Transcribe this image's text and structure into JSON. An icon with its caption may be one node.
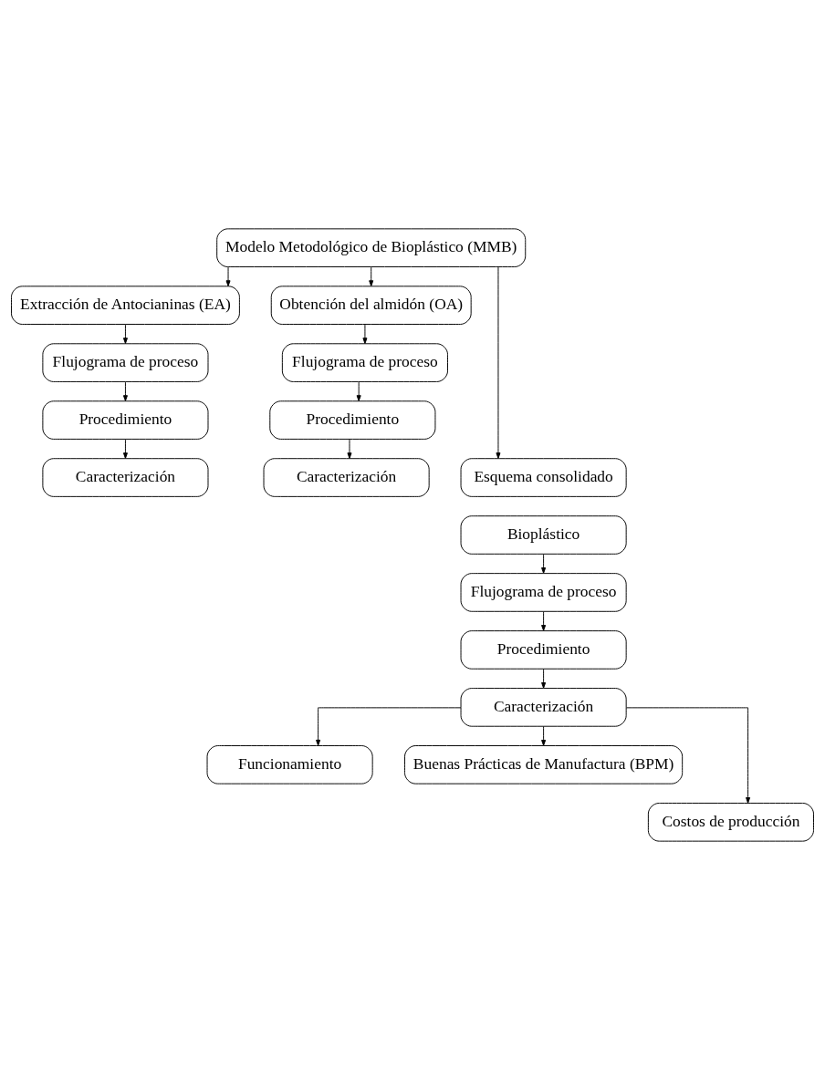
{
  "diagram": {
    "nodes": [
      {
        "text": [
          "Modelo Metodológico de Bioplástico (MMB)"
        ]
      },
      {
        "text": [
          "Extracción de Antocianinas (EA)"
        ]
      },
      {
        "text": [
          "Flujograma de proceso"
        ]
      },
      {
        "text": [
          "Procedimiento"
        ]
      },
      {
        "text": [
          "Caracterización"
        ]
      },
      {
        "text": [
          "Obtención del almidón (OA)"
        ]
      },
      {
        "text": [
          "Flujograma de proceso"
        ]
      },
      {
        "text": [
          "Procedimiento"
        ]
      },
      {
        "text": [
          "Caracterización"
        ]
      },
      {
        "text": [
          "Esquema consolidado"
        ]
      },
      {
        "text": [
          "Bioplástico"
        ]
      },
      {
        "text": [
          "Flujograma de proceso"
        ]
      },
      {
        "text": [
          "Procedimiento"
        ]
      },
      {
        "text": [
          "Caracterización"
        ]
      },
      {
        "text": [
          "Funcionamiento"
        ]
      },
      {
        "text": [
          "Buenas Prácticas de Manufactura (BPM)"
        ]
      },
      {
        "text": [
          "Costos de producción"
        ]
      }
    ],
    "edges": [
      {
        "from": 0,
        "to": 1,
        "arrow": "to"
      },
      {
        "from": 0,
        "to": 5,
        "arrow": "to"
      },
      {
        "from": 0,
        "to": 9,
        "arrow": "to"
      },
      {
        "from": 1,
        "to": 2,
        "arrow": "to"
      },
      {
        "from": 2,
        "to": 3,
        "arrow": "to"
      },
      {
        "from": 3,
        "to": 4,
        "arrow": "to"
      },
      {
        "from": 5,
        "to": 6,
        "arrow": "to"
      },
      {
        "from": 6,
        "to": 7,
        "arrow": "to"
      },
      {
        "from": 7,
        "to": 8,
        "arrow": "to"
      },
      {
        "from": 10,
        "to": 11,
        "arrow": "to"
      },
      {
        "from": 11,
        "to": 12,
        "arrow": "to"
      },
      {
        "from": 12,
        "to": 13,
        "arrow": "to"
      },
      {
        "from": 13,
        "to": 14,
        "arrow": "to"
      },
      {
        "from": 13,
        "to": 15,
        "arrow": "to"
      },
      {
        "from": 13,
        "to": 16,
        "arrow": "to"
      }
    ]
  }
}
